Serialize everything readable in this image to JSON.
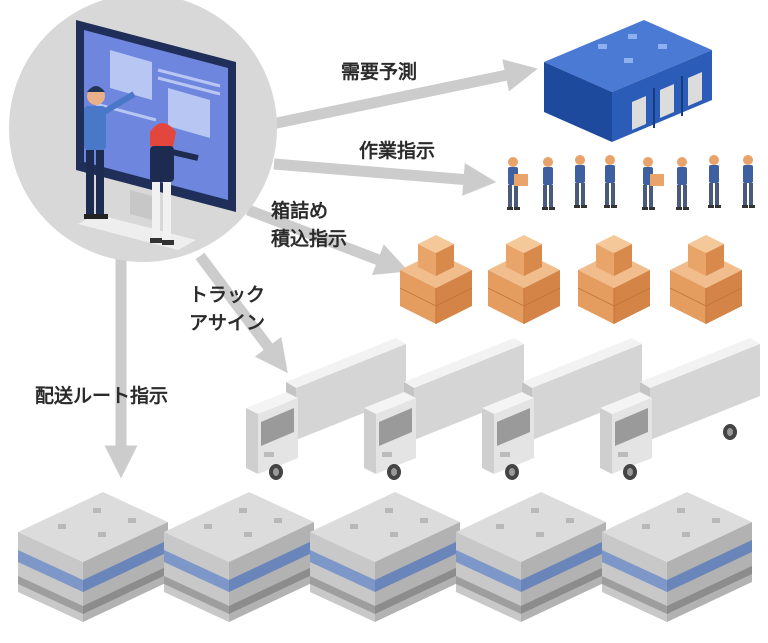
{
  "labels": {
    "demand_forecast": "需要予測",
    "work_instruction": "作業指示",
    "packing_line1": "箱詰め",
    "packing_line2": "積込指示",
    "truck_line1": "トラック",
    "truck_line2": "アサイン",
    "delivery_route": "配送ルート指示"
  },
  "colors": {
    "arrow": "#cccccc",
    "circle": "#d8d8d8",
    "warehouse_blue": "#1f4fa8",
    "box_orange": "#e9a46a",
    "truck_gray": "#d9d9d9",
    "store_gray": "#bdbdbd",
    "store_window": "#7d97c9"
  },
  "icons": {
    "system": "monitor-with-operators",
    "warehouse": "blue-warehouse",
    "workers": "worker-group",
    "boxes": "cardboard-box-stack",
    "trucks": "delivery-truck",
    "stores": "store-building"
  }
}
